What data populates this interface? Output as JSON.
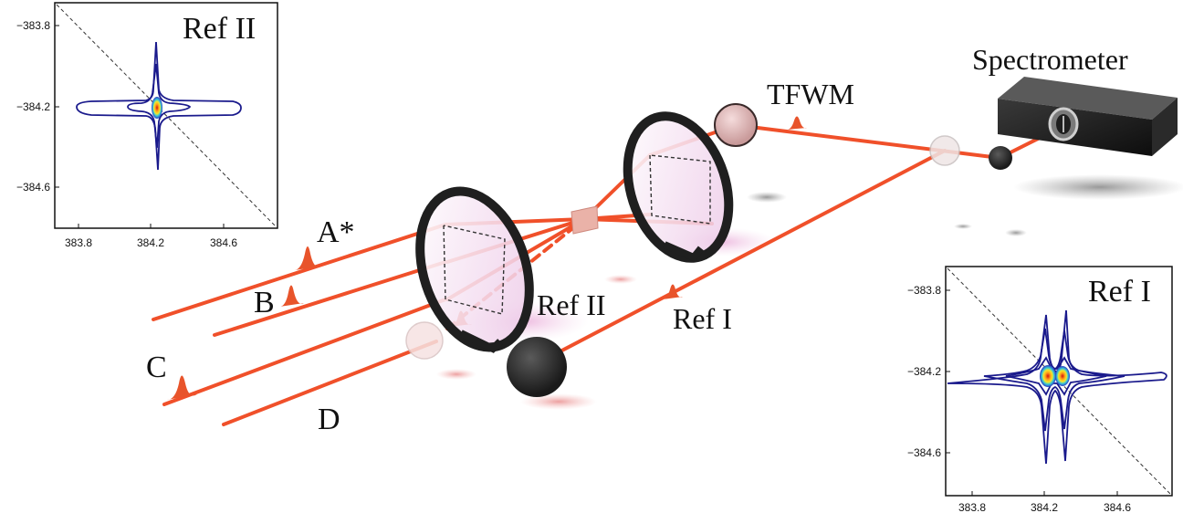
{
  "colors": {
    "beam": "#f0502a",
    "pulse": "#e8542b",
    "mirror_frame": "#1f1f1f",
    "mirror_glass": "#f3d9ee",
    "contour_outer": "#1a1a8c",
    "contour_inner_hot": "#e03020",
    "spectrometer_body": "#1b1b1b"
  },
  "beams": {
    "A": "A*",
    "B": "B",
    "C": "C",
    "D": "D"
  },
  "labels": {
    "tfwm": "TFWM",
    "spectrometer": "Spectrometer",
    "ref_i": "Ref I",
    "ref_ii": "Ref II"
  },
  "insets": {
    "ref_ii": {
      "title": "Ref II",
      "x_ticks": [
        "383.8",
        "384.2",
        "384.6"
      ],
      "y_ticks": [
        "−383.8",
        "−384.2",
        "−384.6"
      ]
    },
    "ref_i": {
      "title": "Ref I",
      "x_ticks": [
        "383.8",
        "384.2",
        "384.6"
      ],
      "y_ticks": [
        "−383.8",
        "−384.2",
        "−384.6"
      ]
    }
  },
  "icons": {
    "pulse": "gaussian-pulse-icon",
    "mirror": "round-mirror-icon",
    "lens": "lens-icon",
    "beam_block": "beam-block-icon",
    "sample": "sample-plate-icon"
  }
}
